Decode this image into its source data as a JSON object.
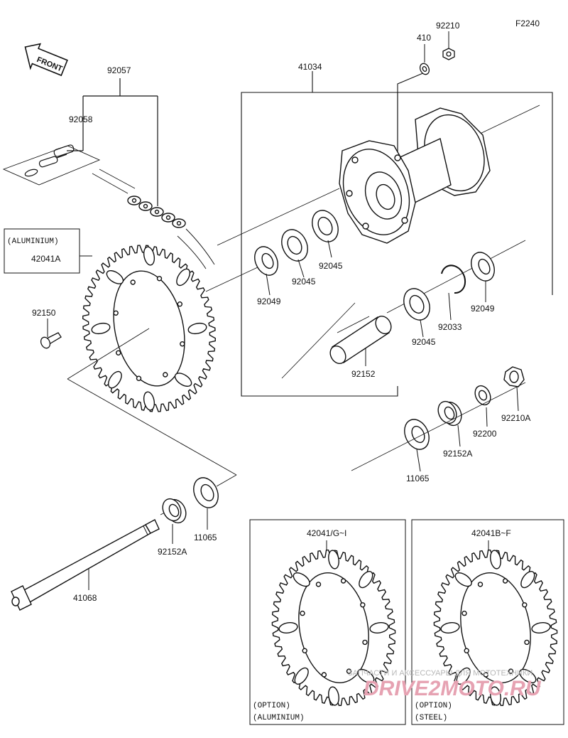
{
  "diagram_code": "F2240",
  "front_arrow": "FRONT",
  "parts": {
    "p92057": "92057",
    "p92058": "92058",
    "p41034": "41034",
    "p410": "410",
    "p92210": "92210",
    "p92045a": "92045",
    "p92045b": "92045",
    "p92045c": "92045",
    "p92049a": "92049",
    "p92049b": "92049",
    "p92033": "92033",
    "p92152": "92152",
    "p92210a": "92210A",
    "p92200": "92200",
    "p92152a_top": "92152A",
    "p11065_top": "11065",
    "p92150": "92150",
    "p42041a": "42041A",
    "p11065_bot": "11065",
    "p92152a_bot": "92152A",
    "p41068": "41068",
    "p42041g": "42041/G~I",
    "p42041b": "42041B~F"
  },
  "notes": {
    "aluminium_box": "(ALUMINIUM)",
    "option_label": "(OPTION)",
    "option_aluminium": "(ALUMINIUM)",
    "option_steel": "(STEEL)"
  },
  "watermark": {
    "caption": "ЗАПЧАСТИ И АКСЕССУАРЫ ДЛЯ МОТОТЕХНИКИ",
    "brand": "DRIVE2MOTO.RU"
  }
}
